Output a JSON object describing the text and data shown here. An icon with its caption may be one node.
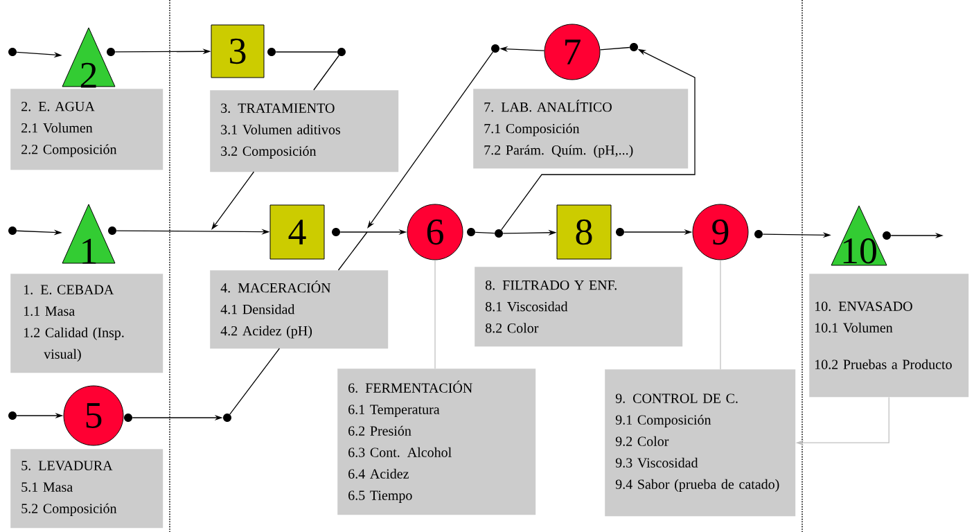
{
  "diagram": {
    "nodes": [
      {
        "text": [],
        "shape": "circle"
      },
      {
        "text": [
          "2"
        ]
      },
      {
        "text": [],
        "shape": "circle"
      },
      {
        "text": [
          "3"
        ]
      },
      {
        "text": [],
        "shape": "circle"
      },
      {
        "text": [],
        "shape": "circle"
      },
      {
        "text": [],
        "shape": "circle"
      },
      {
        "text": [
          "7"
        ]
      },
      {
        "text": [],
        "shape": "circle"
      },
      {
        "text": [
          "2. E. AGUA",
          "2.1 Volumen",
          "2.2 Composición"
        ]
      },
      {
        "text": [
          "3. TRATAMIENTO",
          "3.1 Volumen aditivos",
          "3.2 Composición"
        ]
      },
      {
        "text": [
          "7. LAB. ANALÍTICO",
          "7.1 Composición",
          "7.2 Parám. Quím. (pH,...)"
        ]
      },
      {
        "text": [],
        "shape": "circle"
      },
      {
        "text": [
          "1"
        ]
      },
      {
        "text": [],
        "shape": "circle"
      },
      {
        "text": [
          "4"
        ]
      },
      {
        "text": [],
        "shape": "circle"
      },
      {
        "text": [
          "6"
        ]
      },
      {
        "text": [],
        "shape": "circle"
      },
      {
        "text": [],
        "shape": "circle"
      },
      {
        "text": [
          "8"
        ]
      },
      {
        "text": [],
        "shape": "circle"
      },
      {
        "text": [
          "9"
        ]
      },
      {
        "text": [],
        "shape": "circle"
      },
      {
        "text": [
          "10"
        ]
      },
      {
        "text": [],
        "shape": "circle"
      },
      {
        "text": [
          "1. E. CEBADA",
          "1.1 Masa",
          "1.2 Calidad (Insp. visual)"
        ]
      },
      {
        "text": [
          "4. MACERACIÓN",
          "4.1 Densidad",
          "4.2 Acidez (pH)"
        ]
      },
      {
        "text": [
          "8. FILTRADO Y ENF.",
          "8.1 Viscosidad",
          "8.2 Color"
        ]
      },
      {
        "text": [
          "10. ENVASADO",
          "10.1 Volumen",
          "10.2 Pruebas a Producto"
        ]
      },
      {
        "text": [
          "6. FERMENTACIÓN",
          "6.1 Temperatura",
          "6.2 Presión",
          "6.3 Cont. Alcohol",
          "6.4 Acidez",
          "6.5 Tiempo"
        ]
      },
      {
        "text": [
          "9. CONTROL DE C.",
          "9.1 Composición",
          "9.2 Color",
          "9.3 Viscosidad",
          "9.4 Sabor (prueba de catado)"
        ]
      },
      {
        "text": [],
        "shape": "circle"
      },
      {
        "text": [
          "5"
        ]
      },
      {
        "text": [],
        "shape": "circle"
      },
      {
        "text": [],
        "shape": "circle"
      },
      {
        "text": [
          "5. LEVADURA",
          "5.1 Masa",
          "5.2 Composición"
        ]
      }
    ],
    "edges": [
      {
        "from": 0,
        "to": 1,
        "arrow": "to"
      },
      {
        "from": 2,
        "to": 3,
        "arrow": "to"
      },
      {
        "from": 4,
        "to": 5,
        "arrow": "none"
      },
      {
        "from": 5,
        "to": null,
        "arrow": "to"
      },
      {
        "from": 12,
        "to": 13,
        "arrow": "to"
      },
      {
        "from": 14,
        "to": 15,
        "arrow": "to"
      },
      {
        "from": 16,
        "to": 17,
        "arrow": "to"
      },
      {
        "from": 18,
        "to": 19,
        "arrow": "none"
      },
      {
        "from": 19,
        "to": 20,
        "arrow": "to"
      },
      {
        "from": 19,
        "to": 8,
        "arrow": "to"
      },
      {
        "from": 7,
        "to": 8,
        "arrow": "none"
      },
      {
        "from": 7,
        "to": 6,
        "arrow": "to"
      },
      {
        "from": 6,
        "to": null,
        "arrow": "to"
      },
      {
        "from": 32,
        "to": 33,
        "arrow": "to"
      },
      {
        "from": 34,
        "to": 35,
        "arrow": "to"
      },
      {
        "from": 35,
        "to": null,
        "arrow": "none"
      },
      {
        "from": 21,
        "to": 22,
        "arrow": "to"
      },
      {
        "from": 23,
        "to": 24,
        "arrow": "to"
      },
      {
        "from": 25,
        "to": null,
        "arrow": "to"
      },
      {
        "from": 17,
        "to": 30,
        "arrow": "none",
        "color": "#c0c0c0"
      },
      {
        "from": 22,
        "to": 31,
        "arrow": "none",
        "color": "#c0c0c0"
      },
      {
        "from": 29,
        "to": 31,
        "arrow": "to",
        "color": "#c0c0c0"
      }
    ]
  }
}
